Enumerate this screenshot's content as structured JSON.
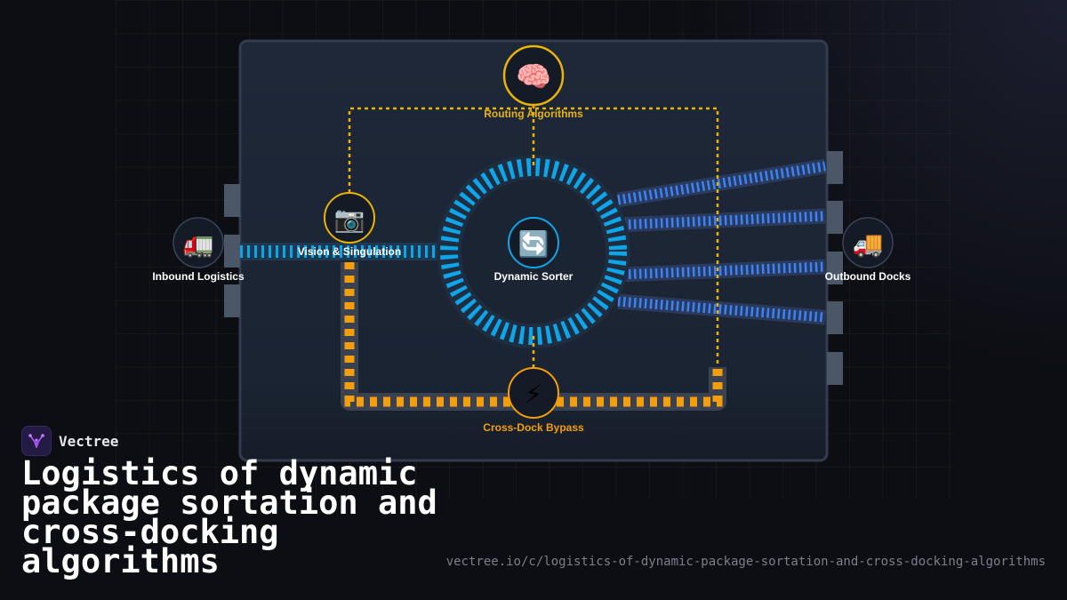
{
  "diagram": {
    "nodes": {
      "routing": {
        "label": "Routing Algorithms",
        "icon": "brain-icon",
        "glyph": "🧠"
      },
      "vision": {
        "label": "Vision & Singulation",
        "icon": "camera-icon",
        "glyph": "📷"
      },
      "sorter": {
        "label": "Dynamic Sorter",
        "icon": "cycle-arrows-icon",
        "glyph": "🔄"
      },
      "bypass": {
        "label": "Cross-Dock Bypass",
        "icon": "lightning-icon",
        "glyph": "⚡"
      },
      "inbound": {
        "label": "Inbound Logistics",
        "icon": "truck-icon",
        "glyph": "🚛"
      },
      "outbound": {
        "label": "Outbound Docks",
        "icon": "delivery-truck-icon",
        "glyph": "🚚"
      }
    },
    "colors": {
      "control": "#eab308",
      "conveyor": "#0ea5e9",
      "chute": "#3b82f6",
      "bypass": "#f59e0b",
      "panel": "#1b2433"
    }
  },
  "brand": {
    "name": "Vectree"
  },
  "title": "Logistics of dynamic package sortation and cross-docking algorithms",
  "url": "vectree.io/c/logistics-of-dynamic-package-sortation-and-cross-docking-algorithms"
}
